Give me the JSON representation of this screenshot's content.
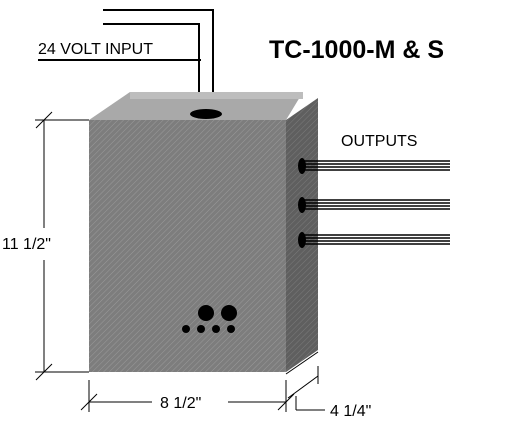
{
  "title": "TC-1000-M & S",
  "labels": {
    "input": "24 VOLT INPUT",
    "outputs": "OUTPUTS",
    "height": "11 1/2\"",
    "width": "8 1/2\"",
    "depth": "4 1/4\""
  },
  "colors": {
    "front_face": "#7d7d7d",
    "side_face": "#5f5f5f",
    "top_face": "#a9a9a9",
    "line": "#000000"
  }
}
